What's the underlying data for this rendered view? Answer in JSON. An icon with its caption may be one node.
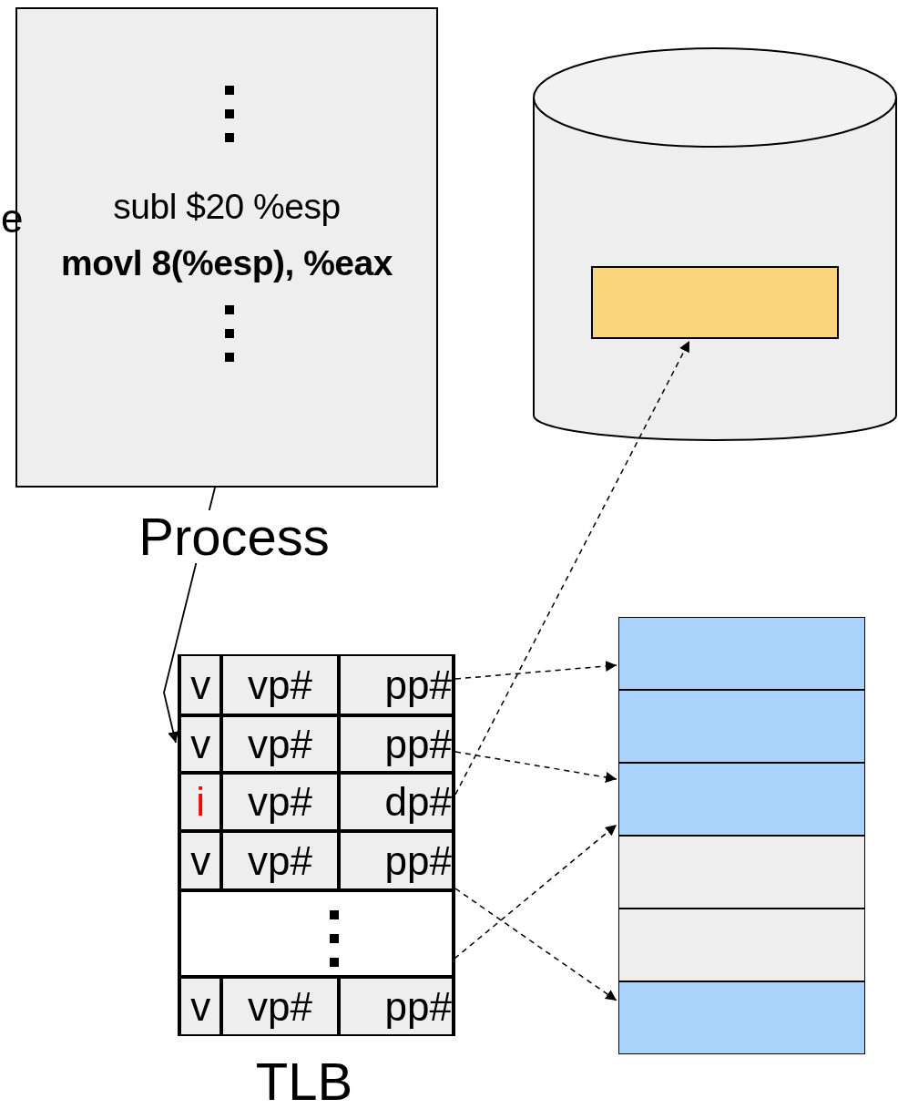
{
  "diagram": {
    "nodes": [
      {
        "text": [
          "subl $20 %esp",
          "movl 8(%esp), %eax"
        ],
        "beside": [
          "Process"
        ]
      },
      {
        "text": [],
        "shape": "cylinder"
      },
      {
        "text": [],
        "shape": "box",
        "in": 1
      },
      {
        "text": [],
        "shape": "box",
        "beside": [
          "TLB"
        ]
      },
      {
        "text": [
          "v",
          "vp#",
          "pp#"
        ],
        "in": 3
      },
      {
        "text": [
          "v",
          "vp#",
          "pp#"
        ],
        "in": 3
      },
      {
        "text": [
          "i",
          "vp#",
          "dp#"
        ],
        "in": 3
      },
      {
        "text": [
          "v",
          "vp#",
          "pp#"
        ],
        "in": 3
      },
      {
        "text": [],
        "shape": "box",
        "in": 3
      },
      {
        "text": [
          "v",
          "vp#",
          "pp#"
        ],
        "in": 3
      },
      {
        "text": [],
        "shape": "box"
      },
      {
        "text": [],
        "shape": "box"
      },
      {
        "text": [],
        "shape": "box"
      },
      {
        "text": [],
        "shape": "box"
      },
      {
        "text": [],
        "shape": "box"
      },
      {
        "text": [],
        "shape": "box"
      }
    ],
    "edges": [
      {
        "from": 0,
        "to": 5,
        "arrow": "to"
      },
      {
        "from": 4,
        "to": 10,
        "arrow": "to",
        "style": "dashed"
      },
      {
        "from": 5,
        "to": 12,
        "arrow": "to",
        "style": "dashed"
      },
      {
        "from": 6,
        "to": 2,
        "arrow": "to",
        "style": "dashed"
      },
      {
        "from": 7,
        "to": 15,
        "arrow": "to",
        "style": "dashed"
      },
      {
        "from": 8,
        "to": 12,
        "arrow": "to",
        "style": "dashed"
      }
    ],
    "labels": [
      "e"
    ]
  }
}
